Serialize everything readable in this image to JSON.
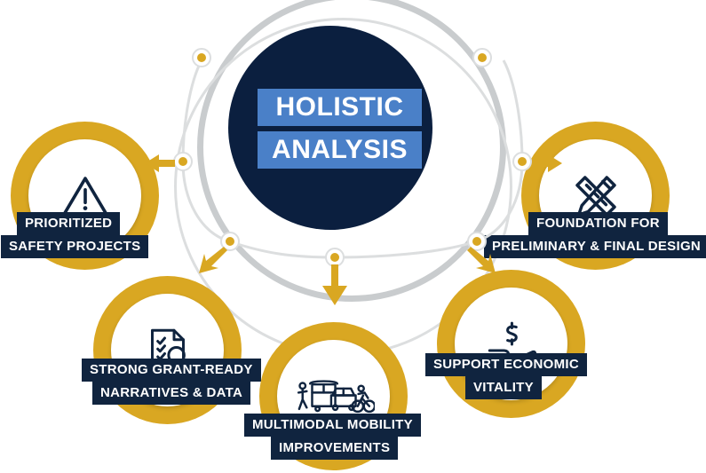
{
  "diagram": {
    "title": "Holistic Analysis outcomes wheel",
    "colors": {
      "hub_bg": "#0b1f3f",
      "hub_bar": "#4a80c8",
      "node_gold": "#d9a722",
      "plate_navy": "#10243f",
      "ring_gray": "#c9ccce",
      "page_bg": "#ffffff"
    }
  },
  "hub": {
    "line1": "HOLISTIC",
    "line2": "ANALYSIS"
  },
  "nodes": [
    {
      "id": "prioritized-safety-projects",
      "icon": "warning-triangle-icon",
      "line1": "PRIORITIZED",
      "line2": "SAFETY PROJECTS"
    },
    {
      "id": "foundation-for-design",
      "icon": "pencil-ruler-icon",
      "line1": "FOUNDATION FOR",
      "line2": "PRELIMINARY & FINAL DESIGN"
    },
    {
      "id": "strong-grant-ready-narratives",
      "icon": "document-magnifier-icon",
      "line1": "STRONG GRANT-READY",
      "line2": "NARRATIVES & DATA"
    },
    {
      "id": "multimodal-mobility-improvements",
      "icon": "multimodal-transport-icon",
      "line1": "MULTIMODAL MOBILITY",
      "line2": "IMPROVEMENTS"
    },
    {
      "id": "support-economic-vitality",
      "icon": "hand-dollar-icon",
      "line1": "SUPPORT ECONOMIC",
      "line2": "VITALITY"
    }
  ]
}
